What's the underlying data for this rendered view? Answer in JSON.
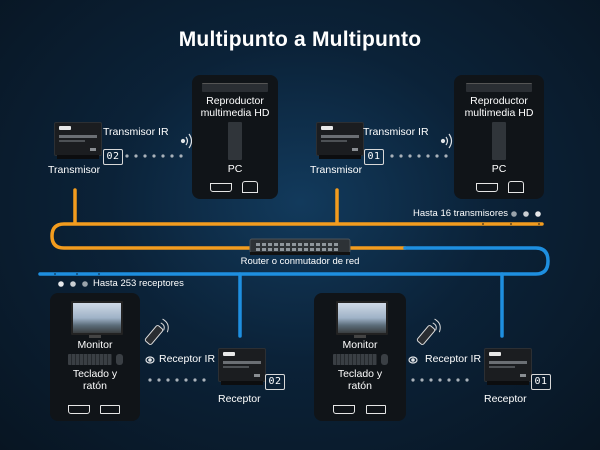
{
  "title": "Multipunto a Multipunto",
  "colors": {
    "tx_line": "#f39c1e",
    "rx_line": "#1e8fe0",
    "bg": "#0b2238",
    "box": "#101418"
  },
  "transmitters": [
    {
      "label": "Transmisor",
      "ir_label": "Transmisor IR",
      "id": "02"
    },
    {
      "label": "Transmisor",
      "ir_label": "Transmisor IR",
      "id": "01"
    }
  ],
  "sources": [
    {
      "label": "Reproductor multimedia HD",
      "pc_label": "PC"
    },
    {
      "label": "Reproductor multimedia HD",
      "pc_label": "PC"
    }
  ],
  "tx_count": "Hasta 16 transmisores",
  "router_label": "Router o conmutador de red",
  "rx_count": "Hasta 253 receptores",
  "receivers": [
    {
      "label": "Receptor",
      "ir_label": "Receptor IR",
      "id": "02"
    },
    {
      "label": "Receptor",
      "ir_label": "Receptor IR",
      "id": "01"
    }
  ],
  "displays": [
    {
      "monitor_label": "Monitor",
      "kbm_label": "Teclado y ratón"
    },
    {
      "monitor_label": "Monitor",
      "kbm_label": "Teclado y ratón"
    }
  ],
  "icons": [
    "extender-icon",
    "ir-sensor-icon",
    "media-player-icon",
    "pc-tower-icon",
    "hdmi-port-icon",
    "usb-port-icon",
    "router-icon",
    "monitor-icon",
    "keyboard-icon",
    "mouse-icon",
    "ir-remote-icon"
  ]
}
